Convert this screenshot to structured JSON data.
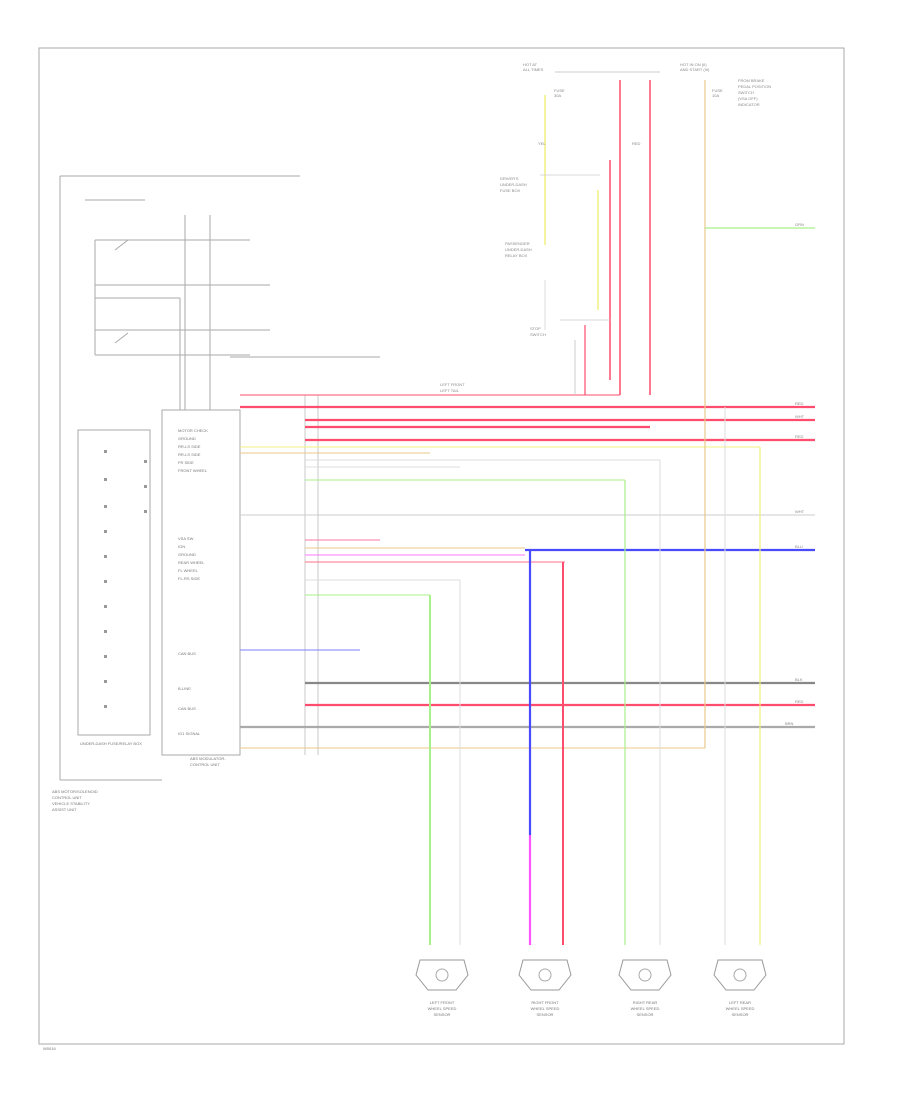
{
  "footer_code": "W0016",
  "colors": {
    "red": "#ff4d6d",
    "yellow": "#f0f080",
    "green": "#a8f08a",
    "blue": "#4a4aff",
    "magenta": "#ff55ff",
    "dark": "#888888",
    "tan": "#e8c98a",
    "light": "#cccccc"
  },
  "sensors": [
    {
      "id": "lf",
      "lines": [
        "LEFT FRONT",
        "WHEEL SPEED",
        "SENSOR"
      ]
    },
    {
      "id": "rf",
      "lines": [
        "RIGHT FRONT",
        "WHEEL SPEED",
        "SENSOR"
      ]
    },
    {
      "id": "rr",
      "lines": [
        "RIGHT REAR",
        "WHEEL SPEED",
        "SENSOR"
      ]
    },
    {
      "id": "lr",
      "lines": [
        "LEFT REAR",
        "WHEEL SPEED",
        "SENSOR"
      ]
    }
  ],
  "module": {
    "name_lines": [
      "ABS MODULATOR-",
      "CONTROL UNIT"
    ],
    "pins": [
      "MOTOR CHECK",
      "GROUND",
      "RR-LS SIDE",
      "RR-LS SIDE",
      "FR SIDE",
      "FRONT WHEEL",
      "",
      "VSA SW",
      "IGN",
      "GROUND",
      "REAR WHEEL",
      "FL WHEEL",
      "FL-RS SIDE",
      "",
      "",
      "",
      "",
      "CAN BUS",
      "B-LINE",
      "CAN BUS",
      "IG1 SIGNAL"
    ]
  },
  "side_unit": {
    "label": "UNDER-DASH FUSE/RELAY BOX",
    "caption_lines": [
      "ABS MOTOR/SOLENOID",
      "CONTROL UNIT",
      "VEHICLE STABILITY",
      "ASSIST UNIT"
    ]
  },
  "top_labels": {
    "left_top": [
      "HOT AT",
      "ALL TIMES"
    ],
    "right_top": [
      "HOT IN ON (II)",
      "AND START (III)"
    ],
    "fuse_a": [
      "FUSE",
      "30A"
    ],
    "fuse_b": [
      "FUSE",
      "10A"
    ],
    "right_note": [
      "FROM BRAKE",
      "PEDAL POSITION",
      "SWITCH",
      "(VSA OFF)",
      "INDICATOR"
    ],
    "mid_labels": [
      "DRIVER'S",
      "UNDER-DASH",
      "FUSE BOX"
    ],
    "lower_labels": [
      "PASSENGER",
      "UNDER-DASH",
      "RELAY BOX"
    ],
    "stop_label": [
      "STOP",
      "SWITCH"
    ],
    "right_ground": [
      "LEFT FRONT",
      "LEFT TAIL"
    ]
  },
  "wire_labels": {
    "red": "RED",
    "wht": "WHT",
    "grn": "GRN",
    "blu": "BLU",
    "yel": "YEL",
    "blk": "BLK",
    "brn": "BRN"
  }
}
